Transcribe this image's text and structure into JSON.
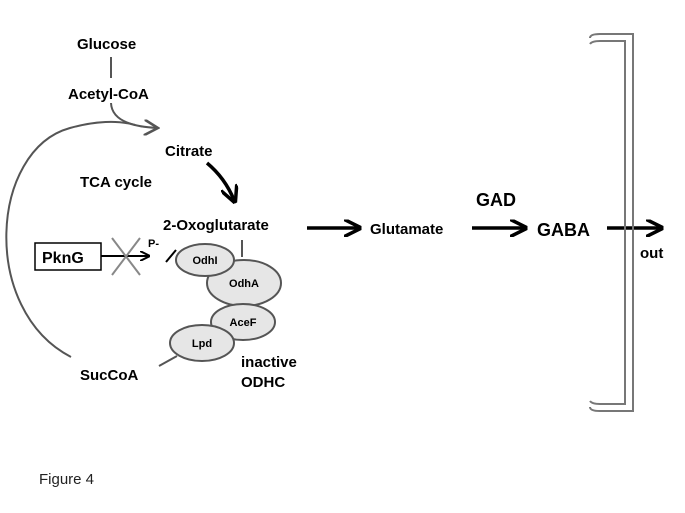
{
  "metabolites": {
    "glucose": "Glucose",
    "acetyl_coa": "Acetyl-CoA",
    "citrate": "Citrate",
    "tca_cycle": "TCA cycle",
    "oxoglutarate": "2-Oxoglutarate",
    "glutamate": "Glutamate",
    "gaba": "GABA",
    "succoa": "SucCoA",
    "out": "out"
  },
  "enzymes": {
    "gad": "GAD",
    "pkng": "PknG",
    "phospho": "P-",
    "odhi": "OdhI",
    "odha": "OdhA",
    "acef": "AceF",
    "lpd": "Lpd",
    "inactive_line1": "inactive",
    "inactive_line2": "ODHC"
  },
  "caption": "Figure 4",
  "colors": {
    "line": "#555555",
    "arrow": "#000000",
    "subunit_fill": "#e6e6e6",
    "subunit_stroke": "#555555"
  }
}
